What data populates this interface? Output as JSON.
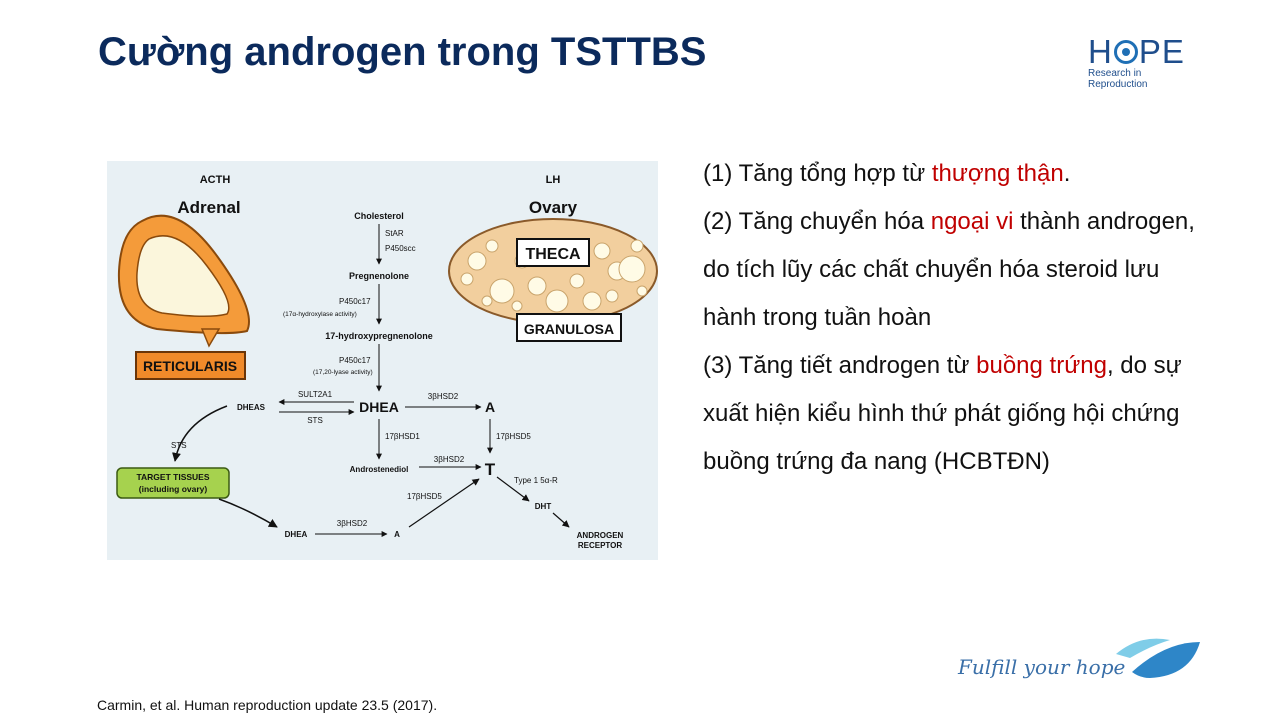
{
  "slide": {
    "title": "Cường androgen trong TSTTBS",
    "citation": "Carmin, et al. Human reproduction update 23.5 (2017).",
    "tagline": "Fulfill your hope"
  },
  "logo": {
    "word_pre": "H",
    "word_post": "PE",
    "sub": "Research in Reproduction"
  },
  "points": [
    {
      "pre": "(1) Tăng tổng hợp từ ",
      "highlight": "thượng thận",
      "post": "."
    },
    {
      "pre": "(2) Tăng chuyển hóa ",
      "highlight": "ngoại vi",
      "post": " thành androgen, do tích lũy các chất chuyển hóa steroid lưu hành trong tuần hoàn"
    },
    {
      "pre": "(3) Tăng tiết androgen từ ",
      "highlight": "buồng trứng",
      "post": ", do sự xuất hiện kiểu hình thứ phát giống hội chứng buồng trứng đa nang (HCBTĐN)"
    }
  ],
  "diagram": {
    "acth": "ACTH",
    "adrenal": "Adrenal",
    "reticularis": "RETICULARIS",
    "lh": "LH",
    "ovary": "Ovary",
    "theca": "THECA",
    "granulosa": "GRANULOSA",
    "cholesterol": "Cholesterol",
    "star": "StAR",
    "p450scc": "P450scc",
    "pregnenolone": "Pregnenolone",
    "p450c17_a": "P450c17",
    "hydroxylase": "(17α-hydroxylase activity)",
    "hydroxypreg": "17-hydroxypregnenolone",
    "p450c17_b": "P450c17",
    "lyase": "(17,20-lyase activity)",
    "sult2a1": "SULT2A1",
    "sts_top": "STS",
    "dheas": "DHEAS",
    "dhea": "DHEA",
    "hsd3_a": "3βHSD2",
    "a_top": "A",
    "hsd17_1": "17βHSD1",
    "hsd17_5a": "17βHSD5",
    "androstenediol": "Androstenediol",
    "hsd3_b": "3βHSD2",
    "t": "T",
    "type1": "Type 1 5α-R",
    "dht": "DHT",
    "sts_left": "STS",
    "target1": "TARGET TISSUES",
    "target2": "(including ovary)",
    "hsd17_5b": "17βHSD5",
    "dhea_bottom": "DHEA",
    "hsd3_c": "3βHSD2",
    "a_bottom": "A",
    "androgen1": "ANDROGEN",
    "androgen2": "RECEPTOR"
  }
}
